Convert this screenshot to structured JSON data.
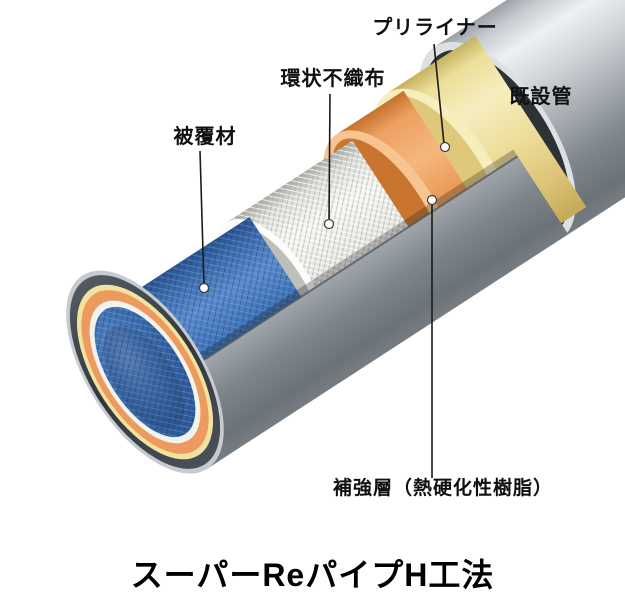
{
  "title": "スーパーReパイプH工法",
  "labels": {
    "covering": "被覆材",
    "nonwoven": "環状不織布",
    "preliner": "プリライナー",
    "existing_pipe": "既設管",
    "reinforcement": "補強層（熱硬化性樹脂）"
  },
  "colors": {
    "background": "#ffffff",
    "existing_pipe_gray": "#b7bdc3",
    "preliner": "#f0e3a0",
    "resin": "#ec9a5e",
    "nonwoven": "#f2f2ee",
    "covering_blue": "#3b6bae",
    "label_text": "#101010"
  }
}
